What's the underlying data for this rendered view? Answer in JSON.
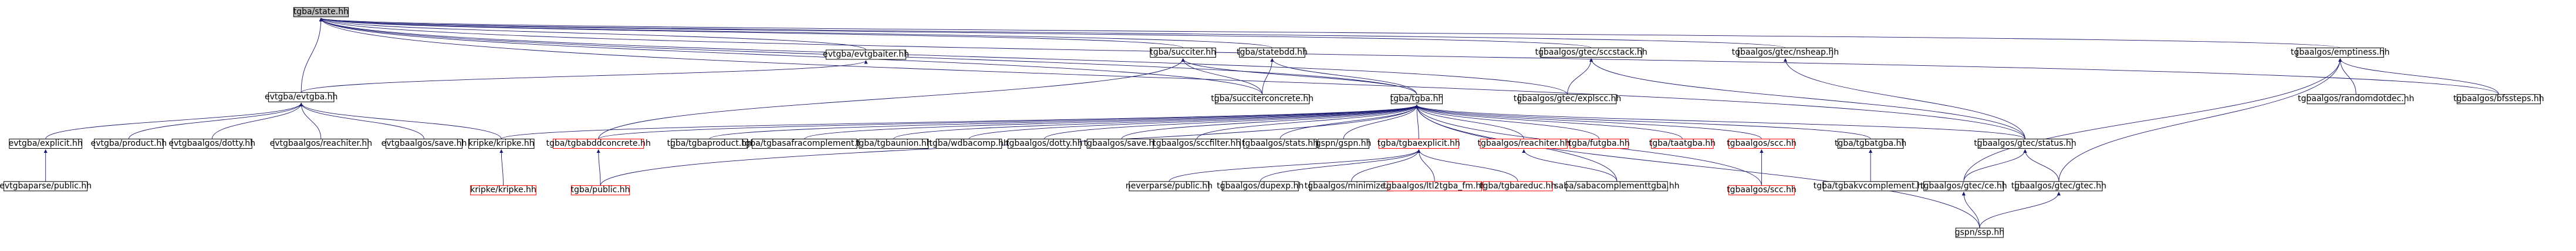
{
  "colors": {
    "edge": "#191970",
    "node_border": "#000000",
    "node_fill": "#ffffff",
    "root_fill": "#bfbfbf",
    "missing_border": "#ff0000",
    "text": "#000000"
  },
  "nodes": [
    {
      "id": "n0",
      "label": "tgba/state.hh",
      "style": "root"
    },
    {
      "id": "n1",
      "label": "evtgba/evtgbaiter.hh",
      "style": "normal"
    },
    {
      "id": "n2",
      "label": "tgba/succiter.hh",
      "style": "normal"
    },
    {
      "id": "n3",
      "label": "tgba/statebdd.hh",
      "style": "normal"
    },
    {
      "id": "n4",
      "label": "tgbaalgos/gtec/sccstack.hh",
      "style": "normal"
    },
    {
      "id": "n5",
      "label": "tgbaalgos/gtec/nsheap.hh",
      "style": "normal"
    },
    {
      "id": "n6",
      "label": "tgbaalgos/emptiness.hh",
      "style": "normal"
    },
    {
      "id": "n7",
      "label": "evtgba/evtgba.hh",
      "style": "normal"
    },
    {
      "id": "n8",
      "label": "tgba/succiterconcrete.hh",
      "style": "normal"
    },
    {
      "id": "n9",
      "label": "tgba/tgba.hh",
      "style": "normal"
    },
    {
      "id": "n10",
      "label": "tgbaalgos/gtec/explscc.hh",
      "style": "normal"
    },
    {
      "id": "n11",
      "label": "tgbaalgos/randomdotdec.hh",
      "style": "normal"
    },
    {
      "id": "n12",
      "label": "tgbaalgos/bfssteps.hh",
      "style": "normal"
    },
    {
      "id": "n13",
      "label": "evtgba/explicit.hh",
      "style": "normal"
    },
    {
      "id": "n14",
      "label": "evtgba/product.hh",
      "style": "normal"
    },
    {
      "id": "n15",
      "label": "evtgbaalgos/dotty.hh",
      "style": "normal"
    },
    {
      "id": "n16",
      "label": "evtgbaalgos/reachiter.hh",
      "style": "normal"
    },
    {
      "id": "n17",
      "label": "evtgbaalgos/save.hh",
      "style": "normal"
    },
    {
      "id": "n18",
      "label": "kripke/kripke.hh",
      "style": "normal"
    },
    {
      "id": "n19",
      "label": "tgba/tgbabddconcrete.hh",
      "style": "missing"
    },
    {
      "id": "n20",
      "label": "tgba/tgbaproduct.hh",
      "style": "normal"
    },
    {
      "id": "n21",
      "label": "tgba/tgbasafracomplement.hh",
      "style": "normal"
    },
    {
      "id": "n22",
      "label": "tgba/tgbaunion.hh",
      "style": "normal"
    },
    {
      "id": "n23",
      "label": "tgba/wdbacomp.hh",
      "style": "normal"
    },
    {
      "id": "n24",
      "label": "tgbaalgos/dotty.hh",
      "style": "normal"
    },
    {
      "id": "n25",
      "label": "tgbaalgos/save.hh",
      "style": "normal"
    },
    {
      "id": "n26",
      "label": "tgbaalgos/sccfilter.hh",
      "style": "normal"
    },
    {
      "id": "n27",
      "label": "tgbaalgos/stats.hh",
      "style": "normal"
    },
    {
      "id": "n28",
      "label": "gspn/gspn.hh",
      "style": "normal"
    },
    {
      "id": "n29",
      "label": "tgba/tgbaexplicit.hh",
      "style": "missing"
    },
    {
      "id": "n30",
      "label": "tgbaalgos/reachiter.hh",
      "style": "missing"
    },
    {
      "id": "n31",
      "label": "tgba/futgba.hh",
      "style": "missing"
    },
    {
      "id": "n32",
      "label": "tgba/taatgba.hh",
      "style": "missing"
    },
    {
      "id": "n33",
      "label": "tgbaalgos/scc.hh",
      "style": "missing"
    },
    {
      "id": "n34",
      "label": "tgba/tgbatgba.hh",
      "style": "normal"
    },
    {
      "id": "n35",
      "label": "tgbaalgos/gtec/status.hh",
      "style": "normal"
    },
    {
      "id": "n36",
      "label": "evtgbaparse/public.hh",
      "style": "normal"
    },
    {
      "id": "n37",
      "label": "kripke/kripke.hh",
      "style": "missing"
    },
    {
      "id": "n38",
      "label": "tgba/public.hh",
      "style": "missing"
    },
    {
      "id": "n39",
      "label": "neverparse/public.hh",
      "style": "normal"
    },
    {
      "id": "n40",
      "label": "tgbaalgos/dupexp.hh",
      "style": "normal"
    },
    {
      "id": "n41",
      "label": "tgbaalgos/minimize.hh",
      "style": "normal"
    },
    {
      "id": "n42",
      "label": "tgbaalgos/ltl2tgba_fm.hh",
      "style": "missing"
    },
    {
      "id": "n43",
      "label": "tgba/tgbareduc.hh",
      "style": "missing"
    },
    {
      "id": "n44",
      "label": "saba/sabacomplementtgba.hh",
      "style": "normal"
    },
    {
      "id": "n45",
      "label": "tgbaalgos/scc.hh",
      "style": "missing"
    },
    {
      "id": "n46",
      "label": "tgba/tgbakvcomplement.hh",
      "style": "normal"
    },
    {
      "id": "n47",
      "label": "tgbaalgos/gtec/ce.hh",
      "style": "normal"
    },
    {
      "id": "n48",
      "label": "tgbaalgos/gtec/gtec.hh",
      "style": "normal"
    },
    {
      "id": "n49",
      "label": "gspn/ssp.hh",
      "style": "normal"
    }
  ],
  "edges": [
    [
      "n0",
      "n1"
    ],
    [
      "n0",
      "n2"
    ],
    [
      "n0",
      "n3"
    ],
    [
      "n0",
      "n4"
    ],
    [
      "n0",
      "n5"
    ],
    [
      "n0",
      "n6"
    ],
    [
      "n0",
      "n7"
    ],
    [
      "n0",
      "n8"
    ],
    [
      "n0",
      "n9"
    ],
    [
      "n0",
      "n10"
    ],
    [
      "n0",
      "n12"
    ],
    [
      "n0",
      "n35"
    ],
    [
      "n1",
      "n7"
    ],
    [
      "n2",
      "n8"
    ],
    [
      "n2",
      "n9"
    ],
    [
      "n2",
      "n19"
    ],
    [
      "n3",
      "n8"
    ],
    [
      "n3",
      "n9"
    ],
    [
      "n4",
      "n10"
    ],
    [
      "n4",
      "n35"
    ],
    [
      "n5",
      "n35"
    ],
    [
      "n6",
      "n11"
    ],
    [
      "n6",
      "n12"
    ],
    [
      "n6",
      "n47"
    ],
    [
      "n6",
      "n48"
    ],
    [
      "n7",
      "n13"
    ],
    [
      "n7",
      "n14"
    ],
    [
      "n7",
      "n15"
    ],
    [
      "n7",
      "n16"
    ],
    [
      "n7",
      "n17"
    ],
    [
      "n7",
      "n18"
    ],
    [
      "n9",
      "n18"
    ],
    [
      "n9",
      "n19"
    ],
    [
      "n9",
      "n20"
    ],
    [
      "n9",
      "n21"
    ],
    [
      "n9",
      "n22"
    ],
    [
      "n9",
      "n23"
    ],
    [
      "n9",
      "n24"
    ],
    [
      "n9",
      "n25"
    ],
    [
      "n9",
      "n26"
    ],
    [
      "n9",
      "n27"
    ],
    [
      "n9",
      "n28"
    ],
    [
      "n9",
      "n29"
    ],
    [
      "n9",
      "n30"
    ],
    [
      "n9",
      "n31"
    ],
    [
      "n9",
      "n32"
    ],
    [
      "n9",
      "n33"
    ],
    [
      "n9",
      "n34"
    ],
    [
      "n9",
      "n35"
    ],
    [
      "n9",
      "n38"
    ],
    [
      "n9",
      "n44"
    ],
    [
      "n9",
      "n45"
    ],
    [
      "n9",
      "n49"
    ],
    [
      "n13",
      "n36"
    ],
    [
      "n18",
      "n37"
    ],
    [
      "n19",
      "n38"
    ],
    [
      "n29",
      "n39"
    ],
    [
      "n29",
      "n40"
    ],
    [
      "n29",
      "n41"
    ],
    [
      "n29",
      "n42"
    ],
    [
      "n29",
      "n43"
    ],
    [
      "n30",
      "n44"
    ],
    [
      "n33",
      "n45"
    ],
    [
      "n34",
      "n46"
    ],
    [
      "n35",
      "n47"
    ],
    [
      "n35",
      "n48"
    ],
    [
      "n47",
      "n49"
    ],
    [
      "n48",
      "n49"
    ]
  ]
}
